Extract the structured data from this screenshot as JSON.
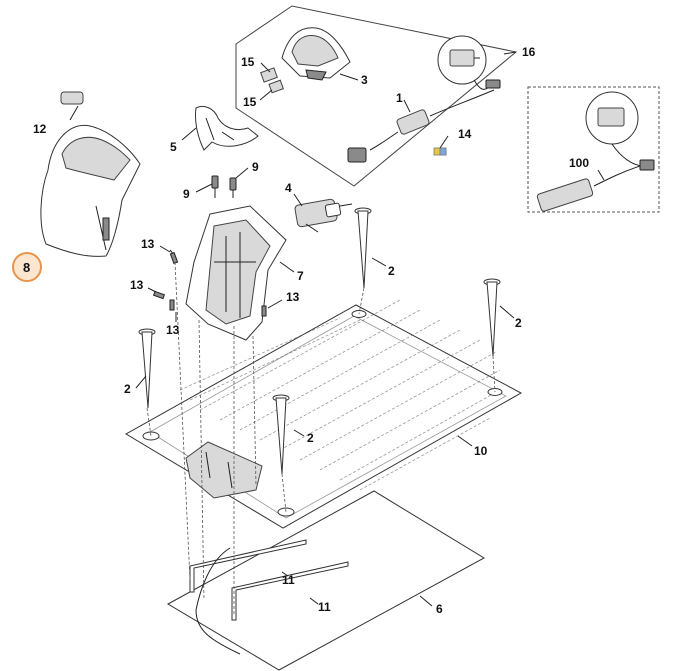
{
  "diagram": {
    "highlighted_callout": "8",
    "callouts": [
      {
        "id": "c16",
        "text": "16"
      },
      {
        "id": "c15a",
        "text": "15"
      },
      {
        "id": "c15b",
        "text": "15"
      },
      {
        "id": "c3",
        "text": "3"
      },
      {
        "id": "c1",
        "text": "1"
      },
      {
        "id": "c14",
        "text": "14"
      },
      {
        "id": "c12",
        "text": "12"
      },
      {
        "id": "c5",
        "text": "5"
      },
      {
        "id": "c9a",
        "text": "9"
      },
      {
        "id": "c9b",
        "text": "9"
      },
      {
        "id": "c4",
        "text": "4"
      },
      {
        "id": "c100",
        "text": "100"
      },
      {
        "id": "c8",
        "text": "8"
      },
      {
        "id": "c13a",
        "text": "13"
      },
      {
        "id": "c7",
        "text": "7"
      },
      {
        "id": "c2a",
        "text": "2"
      },
      {
        "id": "c13b",
        "text": "13"
      },
      {
        "id": "c13c",
        "text": "13"
      },
      {
        "id": "c13d",
        "text": "13"
      },
      {
        "id": "c2b",
        "text": "2"
      },
      {
        "id": "c2c",
        "text": "2"
      },
      {
        "id": "c2d",
        "text": "2"
      },
      {
        "id": "c10",
        "text": "10"
      },
      {
        "id": "c11a",
        "text": "11"
      },
      {
        "id": "c11b",
        "text": "11"
      },
      {
        "id": "c6",
        "text": "6"
      }
    ],
    "colors": {
      "highlight_fill": "#fde6cf",
      "highlight_stroke": "#e8944a",
      "line": "#222222"
    }
  }
}
